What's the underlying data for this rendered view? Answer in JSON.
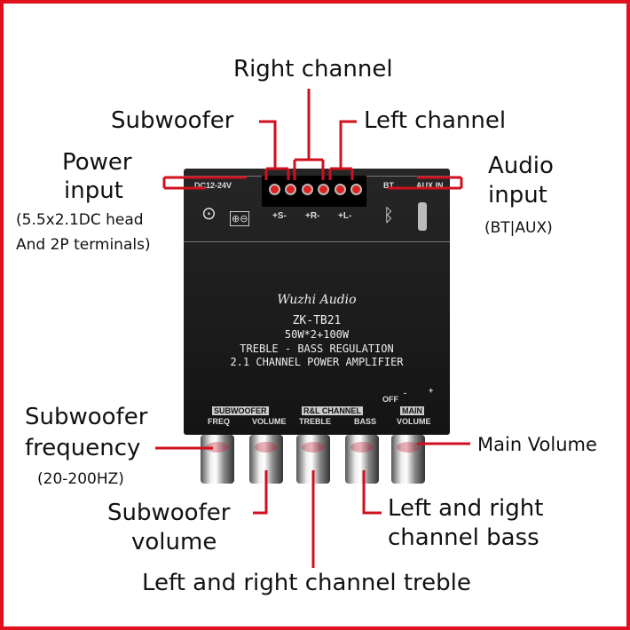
{
  "labels": {
    "right_channel": "Right channel",
    "subwoofer": "Subwoofer",
    "left_channel": "Left channel",
    "power_input_1": "Power",
    "power_input_2": "input",
    "power_note_1": "(5.5x2.1DC head",
    "power_note_2": "And 2P terminals)",
    "audio_input_1": "Audio",
    "audio_input_2": "input",
    "audio_note": "(BT|AUX)",
    "sub_freq_1": "Subwoofer",
    "sub_freq_2": "frequency",
    "sub_freq_note": "(20-200HZ)",
    "main_volume": "Main Volume",
    "sub_vol_1": "Subwoofer",
    "sub_vol_2": "volume",
    "bass_1": "Left and right",
    "bass_2": "channel bass",
    "treble": "Left and right channel treble"
  },
  "board": {
    "dc": "DC12-24V",
    "bt": "BT",
    "aux": "AUX IN",
    "out_s": "+S-",
    "out_r": "+R-",
    "out_l": "+L-",
    "brand": "Wuzhi Audio",
    "model": "ZK-TB21",
    "power": "50W*2+100W",
    "line1": "TREBLE - BASS REGULATION",
    "line2": "2.1 CHANNEL POWER AMPLIFIER",
    "sub_group": "SUBWOOFER",
    "rl_group": "R&L CHANNEL",
    "main_group": "MAIN",
    "freq": "FREQ",
    "volume": "VOLUME",
    "treble": "TREBLE",
    "bass": "BASS",
    "main_volume": "VOLUME",
    "off": "OFF",
    "minus": "-",
    "plus": "+"
  },
  "colors": {
    "accent": "#e0101e",
    "board": "#1c1c1c"
  }
}
